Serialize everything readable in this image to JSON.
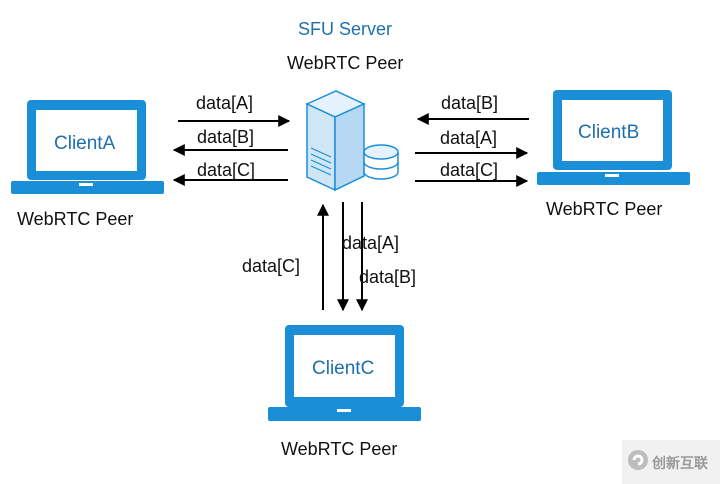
{
  "server": {
    "title": "SFU Server",
    "subtitle": "WebRTC Peer"
  },
  "clients": {
    "a": {
      "label": "ClientA",
      "peer": "WebRTC Peer"
    },
    "b": {
      "label": "ClientB",
      "peer": "WebRTC Peer"
    },
    "c": {
      "label": "ClientC",
      "peer": "WebRTC Peer"
    }
  },
  "arrows": {
    "a_up": "data[A]",
    "a_down_b": "data[B]",
    "a_down_c": "data[C]",
    "b_up": "data[B]",
    "b_down_a": "data[A]",
    "b_down_c": "data[C]",
    "c_up": "data[C]",
    "c_down_a": "data[A]",
    "c_down_b": "data[B]"
  },
  "watermark": {
    "text": "创新互联",
    "icon": "brand-logo-icon"
  },
  "colors": {
    "accent": "#1a8fd8",
    "text_blue": "#1f6fae",
    "server_fill": "#cfe6f7"
  }
}
